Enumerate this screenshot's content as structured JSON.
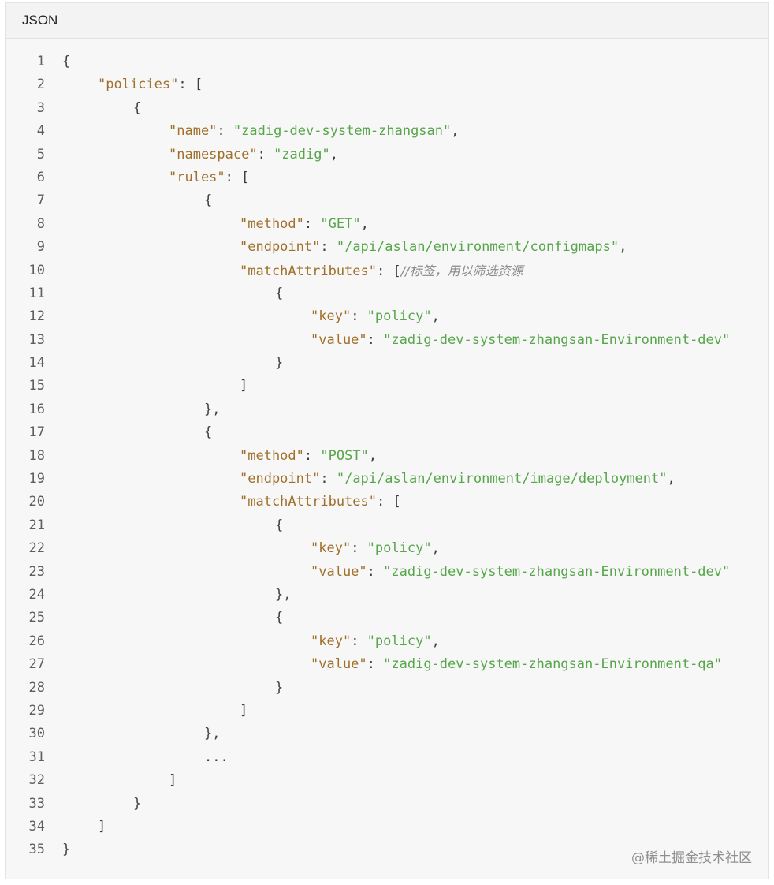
{
  "header": {
    "language": "JSON"
  },
  "watermark": "@稀土掘金技术社区",
  "colors": {
    "key": "#a0702b",
    "string": "#57a64a",
    "punct": "#3f3f3f",
    "comment": "#8a8a8a"
  },
  "lines": [
    {
      "n": "1",
      "indent": 0,
      "parts": [
        {
          "t": "p",
          "v": "{"
        }
      ]
    },
    {
      "n": "2",
      "indent": 1,
      "parts": [
        {
          "t": "k",
          "v": "\"policies\""
        },
        {
          "t": "p",
          "v": ": ["
        }
      ]
    },
    {
      "n": "3",
      "indent": 2,
      "parts": [
        {
          "t": "p",
          "v": "{"
        }
      ]
    },
    {
      "n": "4",
      "indent": 3,
      "parts": [
        {
          "t": "k",
          "v": "\"name\""
        },
        {
          "t": "p",
          "v": ": "
        },
        {
          "t": "s",
          "v": "\"zadig-dev-system-zhangsan\""
        },
        {
          "t": "p",
          "v": ","
        }
      ]
    },
    {
      "n": "5",
      "indent": 3,
      "parts": [
        {
          "t": "k",
          "v": "\"namespace\""
        },
        {
          "t": "p",
          "v": ": "
        },
        {
          "t": "s",
          "v": "\"zadig\""
        },
        {
          "t": "p",
          "v": ","
        }
      ]
    },
    {
      "n": "6",
      "indent": 3,
      "parts": [
        {
          "t": "k",
          "v": "\"rules\""
        },
        {
          "t": "p",
          "v": ": ["
        }
      ]
    },
    {
      "n": "7",
      "indent": 4,
      "parts": [
        {
          "t": "p",
          "v": "{"
        }
      ]
    },
    {
      "n": "8",
      "indent": 5,
      "parts": [
        {
          "t": "k",
          "v": "\"method\""
        },
        {
          "t": "p",
          "v": ": "
        },
        {
          "t": "s",
          "v": "\"GET\""
        },
        {
          "t": "p",
          "v": ","
        }
      ]
    },
    {
      "n": "9",
      "indent": 5,
      "parts": [
        {
          "t": "k",
          "v": "\"endpoint\""
        },
        {
          "t": "p",
          "v": ": "
        },
        {
          "t": "s",
          "v": "\"/api/aslan/environment/configmaps\""
        },
        {
          "t": "p",
          "v": ","
        }
      ]
    },
    {
      "n": "10",
      "indent": 5,
      "parts": [
        {
          "t": "k",
          "v": "\"matchAttributes\""
        },
        {
          "t": "p",
          "v": ": ["
        },
        {
          "t": "c",
          "v": "//标签，用以筛选资源"
        }
      ]
    },
    {
      "n": "11",
      "indent": 6,
      "parts": [
        {
          "t": "p",
          "v": "{"
        }
      ]
    },
    {
      "n": "12",
      "indent": 7,
      "parts": [
        {
          "t": "k",
          "v": "\"key\""
        },
        {
          "t": "p",
          "v": ": "
        },
        {
          "t": "s",
          "v": "\"policy\""
        },
        {
          "t": "p",
          "v": ","
        }
      ]
    },
    {
      "n": "13",
      "indent": 7,
      "parts": [
        {
          "t": "k",
          "v": "\"value\""
        },
        {
          "t": "p",
          "v": ": "
        },
        {
          "t": "s",
          "v": "\"zadig-dev-system-zhangsan-Environment-dev\""
        }
      ]
    },
    {
      "n": "14",
      "indent": 6,
      "parts": [
        {
          "t": "p",
          "v": "}"
        }
      ]
    },
    {
      "n": "15",
      "indent": 5,
      "parts": [
        {
          "t": "p",
          "v": "]"
        }
      ]
    },
    {
      "n": "16",
      "indent": 4,
      "parts": [
        {
          "t": "p",
          "v": "},"
        }
      ]
    },
    {
      "n": "17",
      "indent": 4,
      "parts": [
        {
          "t": "p",
          "v": "{"
        }
      ]
    },
    {
      "n": "18",
      "indent": 5,
      "parts": [
        {
          "t": "k",
          "v": "\"method\""
        },
        {
          "t": "p",
          "v": ": "
        },
        {
          "t": "s",
          "v": "\"POST\""
        },
        {
          "t": "p",
          "v": ","
        }
      ]
    },
    {
      "n": "19",
      "indent": 5,
      "parts": [
        {
          "t": "k",
          "v": "\"endpoint\""
        },
        {
          "t": "p",
          "v": ": "
        },
        {
          "t": "s",
          "v": "\"/api/aslan/environment/image/deployment\""
        },
        {
          "t": "p",
          "v": ","
        }
      ]
    },
    {
      "n": "20",
      "indent": 5,
      "parts": [
        {
          "t": "k",
          "v": "\"matchAttributes\""
        },
        {
          "t": "p",
          "v": ": ["
        }
      ]
    },
    {
      "n": "21",
      "indent": 6,
      "parts": [
        {
          "t": "p",
          "v": "{"
        }
      ]
    },
    {
      "n": "22",
      "indent": 7,
      "parts": [
        {
          "t": "k",
          "v": "\"key\""
        },
        {
          "t": "p",
          "v": ": "
        },
        {
          "t": "s",
          "v": "\"policy\""
        },
        {
          "t": "p",
          "v": ","
        }
      ]
    },
    {
      "n": "23",
      "indent": 7,
      "parts": [
        {
          "t": "k",
          "v": "\"value\""
        },
        {
          "t": "p",
          "v": ": "
        },
        {
          "t": "s",
          "v": "\"zadig-dev-system-zhangsan-Environment-dev\""
        }
      ]
    },
    {
      "n": "24",
      "indent": 6,
      "parts": [
        {
          "t": "p",
          "v": "},"
        }
      ]
    },
    {
      "n": "25",
      "indent": 6,
      "parts": [
        {
          "t": "p",
          "v": "{"
        }
      ]
    },
    {
      "n": "26",
      "indent": 7,
      "parts": [
        {
          "t": "k",
          "v": "\"key\""
        },
        {
          "t": "p",
          "v": ": "
        },
        {
          "t": "s",
          "v": "\"policy\""
        },
        {
          "t": "p",
          "v": ","
        }
      ]
    },
    {
      "n": "27",
      "indent": 7,
      "parts": [
        {
          "t": "k",
          "v": "\"value\""
        },
        {
          "t": "p",
          "v": ": "
        },
        {
          "t": "s",
          "v": "\"zadig-dev-system-zhangsan-Environment-qa\""
        }
      ]
    },
    {
      "n": "28",
      "indent": 6,
      "parts": [
        {
          "t": "p",
          "v": "}"
        }
      ]
    },
    {
      "n": "29",
      "indent": 5,
      "parts": [
        {
          "t": "p",
          "v": "]"
        }
      ]
    },
    {
      "n": "30",
      "indent": 4,
      "parts": [
        {
          "t": "p",
          "v": "},"
        }
      ]
    },
    {
      "n": "31",
      "indent": 4,
      "parts": [
        {
          "t": "p",
          "v": "..."
        }
      ]
    },
    {
      "n": "32",
      "indent": 3,
      "parts": [
        {
          "t": "p",
          "v": "]"
        }
      ]
    },
    {
      "n": "33",
      "indent": 2,
      "parts": [
        {
          "t": "p",
          "v": "}"
        }
      ]
    },
    {
      "n": "34",
      "indent": 1,
      "parts": [
        {
          "t": "p",
          "v": "]"
        }
      ]
    },
    {
      "n": "35",
      "indent": 0,
      "parts": [
        {
          "t": "p",
          "v": "}"
        }
      ]
    }
  ]
}
